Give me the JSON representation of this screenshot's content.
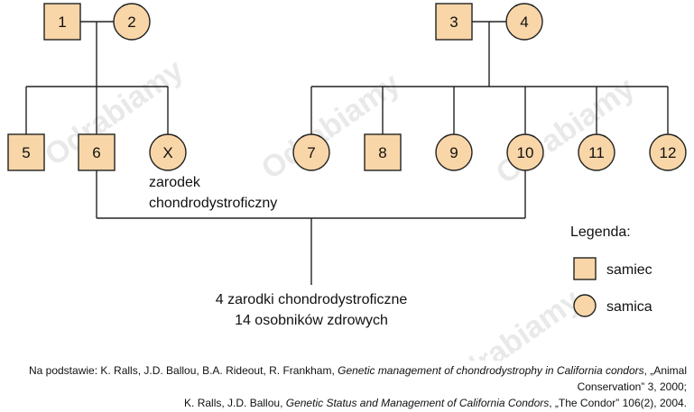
{
  "colors": {
    "fill": "#f9d6a8",
    "stroke": "#222222",
    "line": "#222222"
  },
  "individuals": [
    {
      "id": "i1",
      "label": "1",
      "shape": "square"
    },
    {
      "id": "i2",
      "label": "2",
      "shape": "circle"
    },
    {
      "id": "i3",
      "label": "3",
      "shape": "square"
    },
    {
      "id": "i4",
      "label": "4",
      "shape": "circle"
    },
    {
      "id": "i5",
      "label": "5",
      "shape": "square"
    },
    {
      "id": "i6",
      "label": "6",
      "shape": "square"
    },
    {
      "id": "iX",
      "label": "X",
      "shape": "circle"
    },
    {
      "id": "i7",
      "label": "7",
      "shape": "circle"
    },
    {
      "id": "i8",
      "label": "8",
      "shape": "square"
    },
    {
      "id": "i9",
      "label": "9",
      "shape": "circle"
    },
    {
      "id": "i10",
      "label": "10",
      "shape": "circle"
    },
    {
      "id": "i11",
      "label": "11",
      "shape": "circle"
    },
    {
      "id": "i12",
      "label": "12",
      "shape": "circle"
    }
  ],
  "annotation_x": [
    "zarodek",
    "chondrodystroficzny"
  ],
  "offspring_result": [
    "4 zarodki chondrodystroficzne",
    "14 osobników zdrowych"
  ],
  "legend": {
    "title": "Legenda:",
    "items": [
      {
        "shape": "square",
        "label": "samiec"
      },
      {
        "shape": "circle",
        "label": "samica"
      }
    ]
  },
  "watermark_text": "Odrabiamy",
  "sources": {
    "line1_prefix": "Na podstawie: K. Ralls, J.D. Ballou, B.A. Rideout, R. Frankham, ",
    "line1_italic": "Genetic management of chondrodystrophy in California condors",
    "line1_suffix": ", „Animal Conservation” 3, 2000;",
    "line2_prefix": "K. Ralls, J.D. Ballou, ",
    "line2_italic": "Genetic Status and Management of California Condors",
    "line2_suffix": ", „The Condor” 106(2), 2004."
  }
}
